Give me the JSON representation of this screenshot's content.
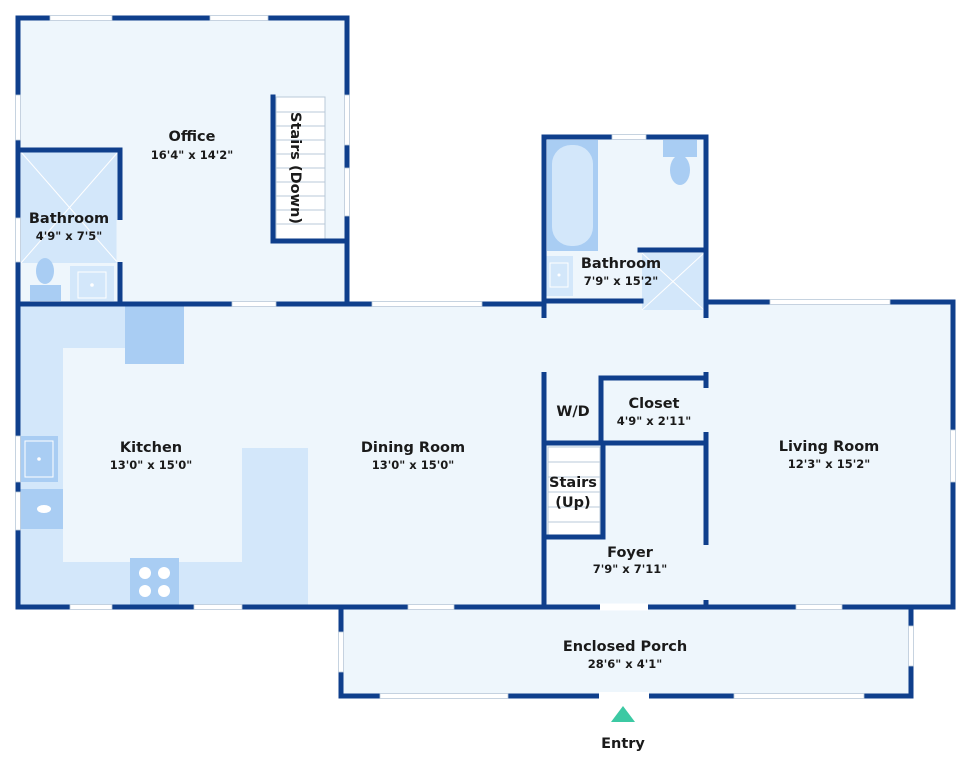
{
  "colors": {
    "wall": "#0f3f8c",
    "floor": "#eef6fc",
    "fixture": "#a9cdf3",
    "counter": "#d3e7fa",
    "window": "#ffffff",
    "entry": "#3cc9a3"
  },
  "rooms": {
    "office": {
      "name": "Office",
      "dims": "16'4\" x 14'2\""
    },
    "stairs_down": {
      "name": "Stairs (Down)"
    },
    "bathroom_left": {
      "name": "Bathroom",
      "dims": "4'9\" x 7'5\""
    },
    "bathroom_right": {
      "name": "Bathroom",
      "dims": "7'9\" x 15'2\""
    },
    "kitchen": {
      "name": "Kitchen",
      "dims": "13'0\" x 15'0\""
    },
    "dining": {
      "name": "Dining Room",
      "dims": "13'0\" x 15'0\""
    },
    "wd": {
      "name": "W/D"
    },
    "closet": {
      "name": "Closet",
      "dims": "4'9\" x 2'11\""
    },
    "stairs_up": {
      "line1": "Stairs",
      "line2": "(Up)"
    },
    "foyer": {
      "name": "Foyer",
      "dims": "7'9\" x 7'11\""
    },
    "living": {
      "name": "Living Room",
      "dims": "12'3\" x 15'2\""
    },
    "porch": {
      "name": "Enclosed Porch",
      "dims": "28'6\" x 4'1\""
    }
  },
  "entry": {
    "label": "Entry"
  }
}
